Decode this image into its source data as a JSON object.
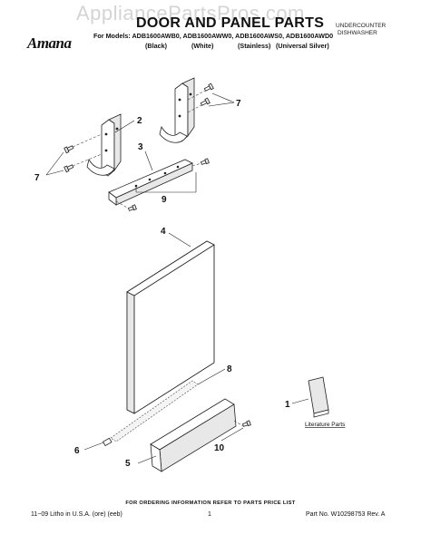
{
  "header": {
    "watermark": "AppliancePartsPros.com",
    "title": "DOOR AND PANEL PARTS",
    "category_line1": "UNDERCOUNTER",
    "category_line2": "DISHWASHER",
    "models_line": "For Models: ADB1600AWB0, ADB1600AWW0, ADB1600AWS0, ADB1600AWD0",
    "colors": [
      "(Black)",
      "(White)",
      "(Stainless)",
      "(Universal Silver)"
    ],
    "brand": "Amana"
  },
  "callouts": {
    "c1": "1",
    "c2": "2",
    "c3": "3",
    "c4": "4",
    "c5": "5",
    "c6": "6",
    "c7a": "7",
    "c7b": "7",
    "c8": "8",
    "c9": "9",
    "c10": "10"
  },
  "literature_label": "Literature Parts",
  "footer": {
    "note": "FOR ORDERING INFORMATION REFER TO PARTS PRICE LIST",
    "litho": "11−09 Litho in U.S.A. (ore) (eeb)",
    "page": "1",
    "part_no": "Part No. W10298753 Rev. A"
  }
}
